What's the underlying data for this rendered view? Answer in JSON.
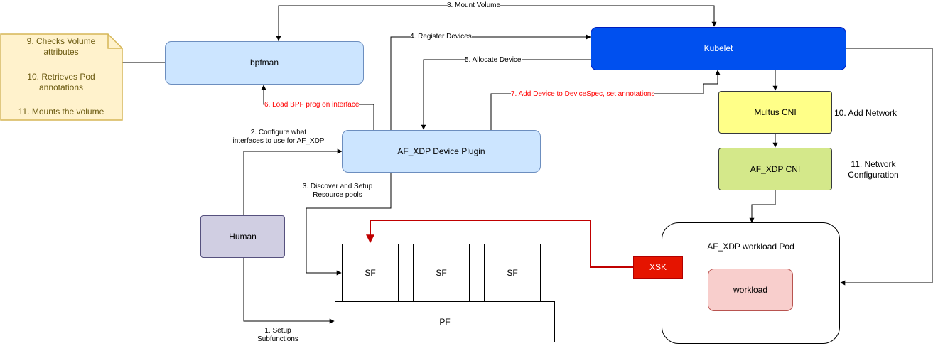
{
  "note": {
    "line1": "9. Checks Volume",
    "line2": "attributes",
    "line3": "10. Retrieves Pod",
    "line4": "annotations",
    "line5": "11. Mounts the volume"
  },
  "nodes": {
    "bpfman": "bpfman",
    "kubelet": "Kubelet",
    "device_plugin": "AF_XDP Device Plugin",
    "multus": "Multus CNI",
    "afxdp_cni": "AF_XDP CNI",
    "human": "Human",
    "sf1": "SF",
    "sf2": "SF",
    "sf3": "SF",
    "pf": "PF",
    "xsk": "XSK",
    "pod_title": "AF_XDP workload Pod",
    "workload": "workload"
  },
  "edges": {
    "mount_volume": "8. Mount Volume",
    "register_devices": "4. Register Devices",
    "allocate_device": "5. Allocate Device",
    "load_bpf": "6. Load BPF prog on interface",
    "add_device": "7. Add Device to DeviceSpec, set annotations",
    "configure_line1": "2. Configure what",
    "configure_line2": "interfaces to use for AF_XDP",
    "discover_line1": "3. Discover and Setup",
    "discover_line2": "Resource pools",
    "setup_line1": "1. Setup",
    "setup_line2": "Subfunctions"
  },
  "side_labels": {
    "add_network": "10. Add Network",
    "net_config_line1": "11. Network",
    "net_config_line2": "Configuration"
  },
  "colors": {
    "note_fill": "#fff2cc",
    "note_border": "#d6b656",
    "light_blue": "#cce5ff",
    "kubelet_fill": "#0050ef",
    "multus_fill": "#ffff88",
    "cni_fill": "#d4e88a",
    "human_fill": "#d0cee2",
    "xsk_fill": "#e51400",
    "workload_fill": "#f8cecc",
    "red_text": "#ff0000"
  }
}
